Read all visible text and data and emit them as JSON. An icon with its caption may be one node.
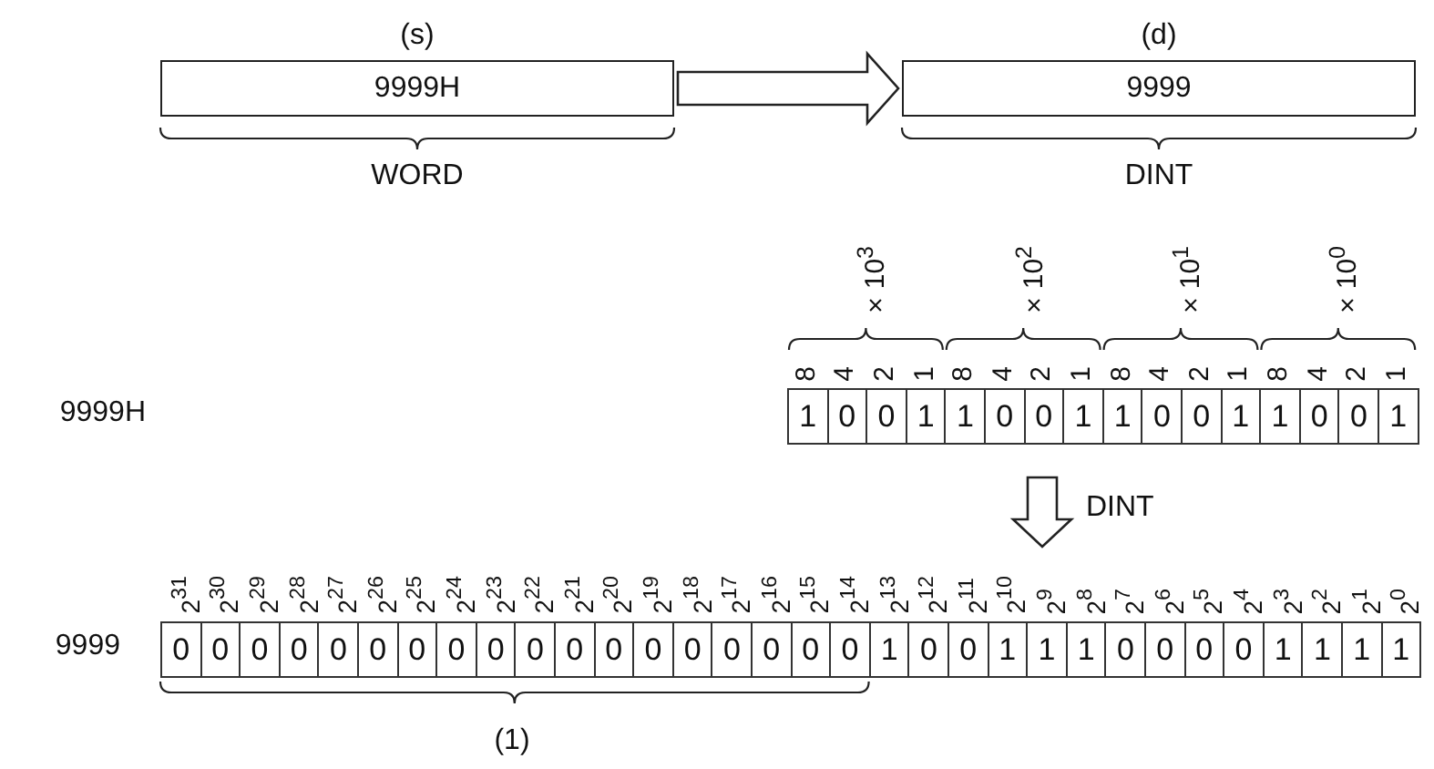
{
  "diagram": {
    "nodes": [
      {
        "text": [
          "(s)",
          "9999H"
        ]
      },
      {
        "text": [
          "(d)",
          "9999"
        ]
      },
      {
        "text": [
          "1",
          "0",
          "0",
          "1",
          "1",
          "0",
          "0",
          "1",
          "1",
          "0",
          "0",
          "1",
          "1",
          "0",
          "0",
          "1"
        ]
      },
      {
        "text": [
          "0",
          "0",
          "0",
          "0",
          "0",
          "0",
          "0",
          "0",
          "0",
          "0",
          "0",
          "0",
          "0",
          "0",
          "0",
          "0",
          "0",
          "0",
          "1",
          "0",
          "0",
          "1",
          "1",
          "1",
          "0",
          "0",
          "0",
          "0",
          "1",
          "1",
          "1",
          "1"
        ],
        "beside": [
          "9999"
        ]
      }
    ],
    "edges": [
      {
        "from": 0,
        "to": 1,
        "arrow": "to"
      },
      {
        "from": 2,
        "to": 3,
        "arrow": "to",
        "label": "DINT"
      }
    ],
    "labels": [
      "WORD",
      "DINT",
      "×10$^{3}$",
      "×10$^{2}$",
      "×10$^{1}$",
      "×10$^{0}$",
      "8",
      "4",
      "2",
      "1",
      "8",
      "4",
      "2",
      "1",
      "8",
      "4",
      "2",
      "1",
      "8",
      "4",
      "2",
      "1",
      "9999H",
      "2$^{31}$",
      "2$^{30}$",
      "2$^{29}$",
      "2$^{28}$",
      "2$^{27}$",
      "2$^{26}$",
      "2$^{25}$",
      "2$^{24}$",
      "2$^{23}$",
      "2$^{22}$",
      "2$^{21}$",
      "2$^{20}$",
      "2$^{19}$",
      "2$^{18}$",
      "2$^{17}$",
      "2$^{16}$",
      "2$^{15}$",
      "2$^{14}$",
      "2$^{13}$",
      "2$^{12}$",
      "2$^{11}$",
      "2$^{10}$",
      "2$^{9}$",
      "2$^{8}$",
      "2$^{7}$",
      "2$^{6}$",
      "2$^{5}$",
      "2$^{4}$",
      "2$^{3}$",
      "2$^{2}$",
      "2$^{1}$",
      "2$^{0}$",
      "(1)"
    ]
  }
}
